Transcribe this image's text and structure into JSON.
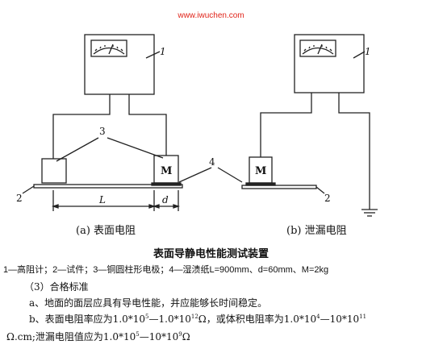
{
  "watermark": "www.iwuchen.com",
  "figure": {
    "left": {
      "meter_callout": "1",
      "electrode_callout": "3",
      "specimen_callout": "2",
      "wet_paper_callout": "4",
      "electrode_label": "M",
      "dim_L": "L",
      "dim_d": "d",
      "subcaption": "(a) 表面电阻"
    },
    "right": {
      "meter_callout": "1",
      "specimen_callout": "2",
      "electrode_label": "M",
      "subcaption": "(b) 泄漏电阻"
    }
  },
  "caption": "表面导静电性能测试装置",
  "legend": "1—高阻计；2—试件；3—铜圆柱形电极；4—湿渍纸L=900mm、d=60mm、M=2kg",
  "section_heading": "（3）合格标准",
  "item_a": "a、地面的面层应具有导电性能，并应能够长时间稳定。",
  "item_b": {
    "t1": "b、表面电阻率应为1.0*10",
    "s1": "5",
    "t2": "—1.0*10",
    "s2": "12",
    "t3": "Ω，或体积电阻率为1.0*10",
    "s3": "4",
    "t4": "—10*10",
    "s4": "11"
  },
  "item_b_cont": {
    "t1": "Ω.cm;泄漏电阻值应为1.0*10",
    "s1": "5",
    "t2": "—10*10",
    "s2": "9",
    "t3": "Ω"
  }
}
